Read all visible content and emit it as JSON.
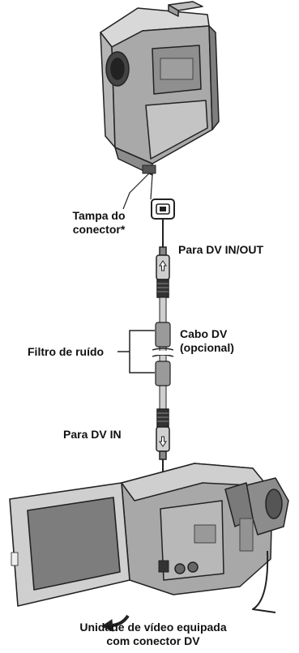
{
  "labels": {
    "connector_cover": [
      "Tampa do",
      "conector*"
    ],
    "to_dv_in_out": "Para DV IN/OUT",
    "noise_filter": "Filtro de ruído",
    "dv_cable": [
      "Cabo DV",
      "(opcional)"
    ],
    "to_dv_in": "Para DV IN",
    "video_unit": [
      "Unidade de vídeo equipada",
      "com conector DV"
    ]
  },
  "icons": {
    "camcorder": "camcorder-icon",
    "dv_port": "dv-port-icon",
    "plug_top": "dv-plug-icon",
    "plug_bottom": "dv-plug-icon",
    "video_unit": "video-camera-icon"
  }
}
